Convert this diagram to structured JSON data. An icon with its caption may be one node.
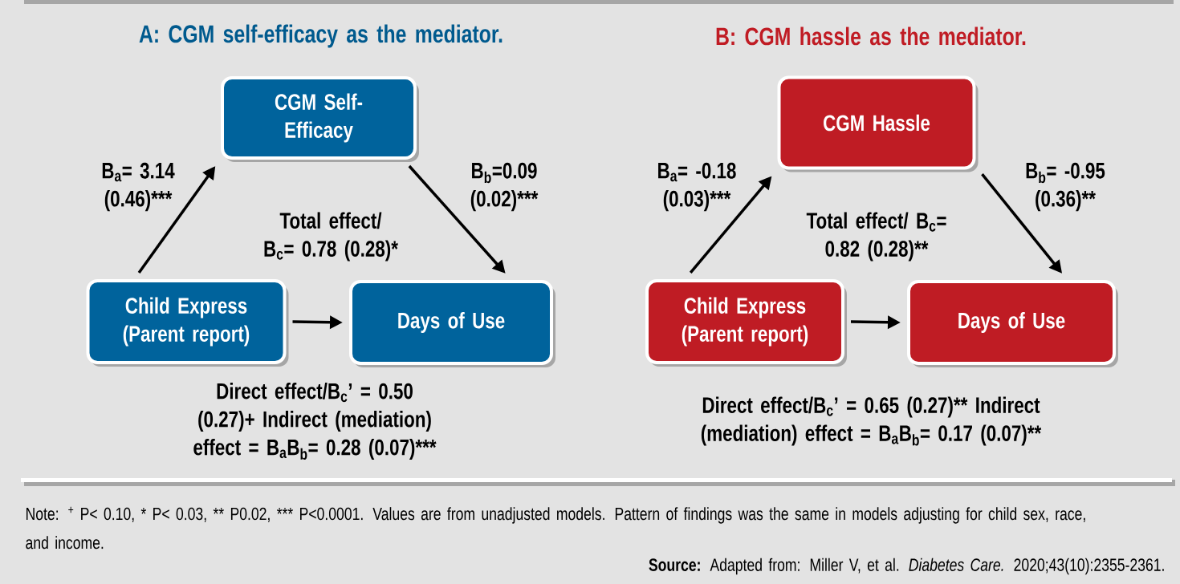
{
  "diagram": {
    "nodes": [
      {
        "text": [
          "CGM Self-Efficacy"
        ]
      },
      {
        "text": [
          "Child Express (Parent report)"
        ]
      },
      {
        "text": [
          "Days of Use"
        ]
      },
      {
        "text": [
          "CGM Hassle"
        ]
      },
      {
        "text": [
          "Child Express (Parent report)"
        ]
      },
      {
        "text": [
          "Days of Use"
        ]
      }
    ],
    "edges": [
      {
        "from": 1,
        "to": 0,
        "arrow": "to",
        "label": "B$_{a}$= 3.14 (0.46)***"
      },
      {
        "from": 0,
        "to": 2,
        "arrow": "to",
        "label": "B$_{b}$=0.09 (0.02)***"
      },
      {
        "from": 1,
        "to": 2,
        "arrow": "to"
      },
      {
        "from": 4,
        "to": 3,
        "arrow": "to",
        "label": "B$_{a}$= -0.18 (0.03)***"
      },
      {
        "from": 3,
        "to": 5,
        "arrow": "to",
        "label": "B$_{b}$= -0.95 (0.36)**"
      },
      {
        "from": 4,
        "to": 5,
        "arrow": "to"
      }
    ],
    "labels": [
      "A: CGM self-efficacy as the mediator.",
      "B: CGM hassle as the mediator.",
      "Total effect/ B$_{c}$= 0.78 (0.28)*",
      "Total effect/ B$_{c}$= 0.82 (0.28)**",
      "Direct effect/B$_{c}$’ = 0.50 (0.27)+ Indirect (mediation) effect = B$_{a}$B$_{b}$= 0.28 (0.07)***",
      "Direct effect/B$_{c}$’ = 0.65 (0.27)** Indirect (mediation) effect = B$_{a}$B$_{b}$= 0.17 (0.07)**",
      "Note: $^{+}$ P< 0.10, * P< 0.03, ** P0.02, *** P<0.0001. Values are from unadjusted models. Pattern of findings was the same in models adjusting for child sex, race, and income.",
      "**Source:** Adapted from: Miller V, et al. *Diabetes Care.* 2020;43(10):2355-2361."
    ]
  }
}
